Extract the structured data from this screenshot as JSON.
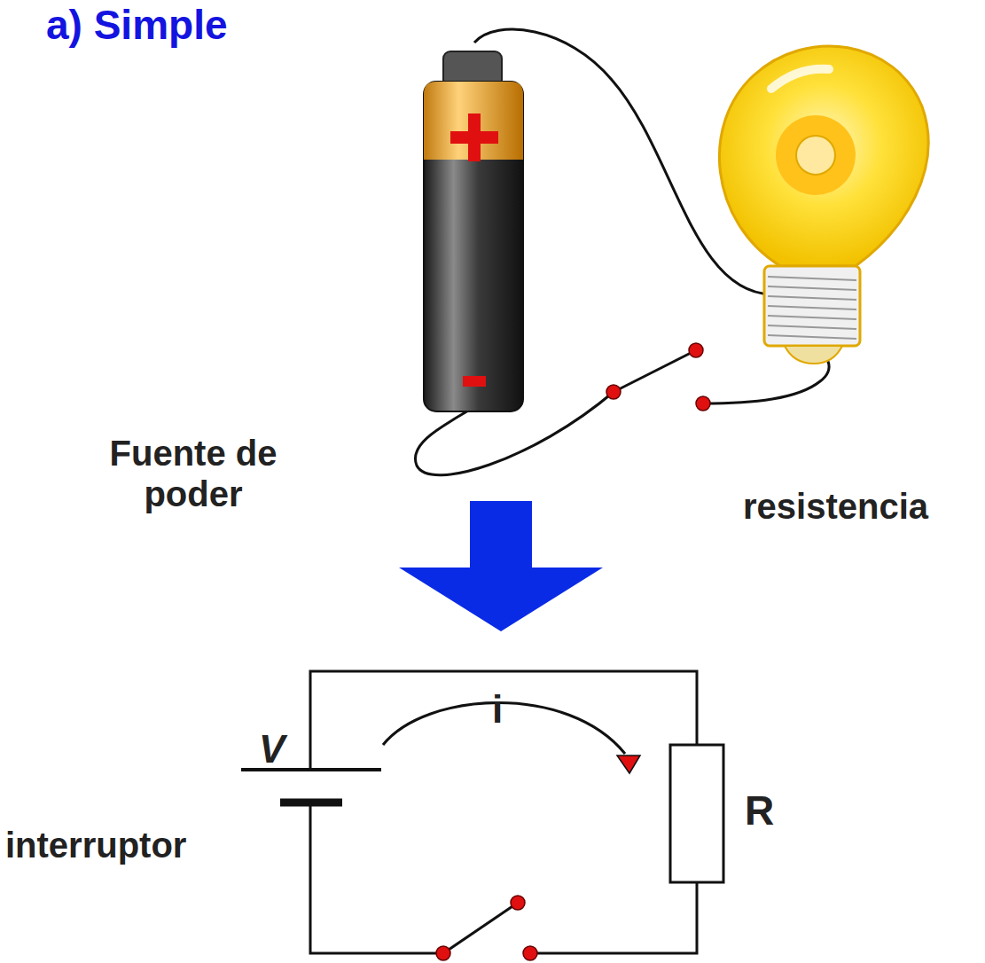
{
  "diagram": {
    "title": "a) Simple",
    "labels": [
      "Fuente de poder",
      "resistencia",
      "V",
      "i",
      "R",
      "interruptor"
    ]
  }
}
